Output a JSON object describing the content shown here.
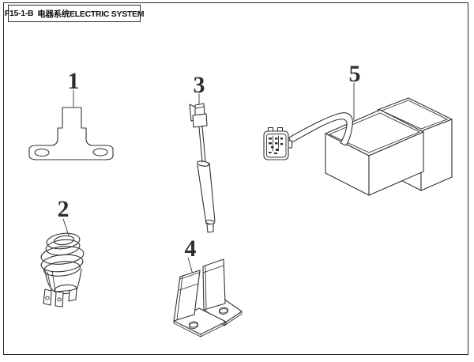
{
  "header": {
    "code": "F15-1-B",
    "title": "电器系统ELECTRIC SYSTEM"
  },
  "parts": [
    {
      "number": "1"
    },
    {
      "number": "2"
    },
    {
      "number": "3"
    },
    {
      "number": "4"
    },
    {
      "number": "5"
    }
  ],
  "colors": {
    "line": "#333333",
    "border": "#2b2b2b",
    "background": "#ffffff"
  }
}
